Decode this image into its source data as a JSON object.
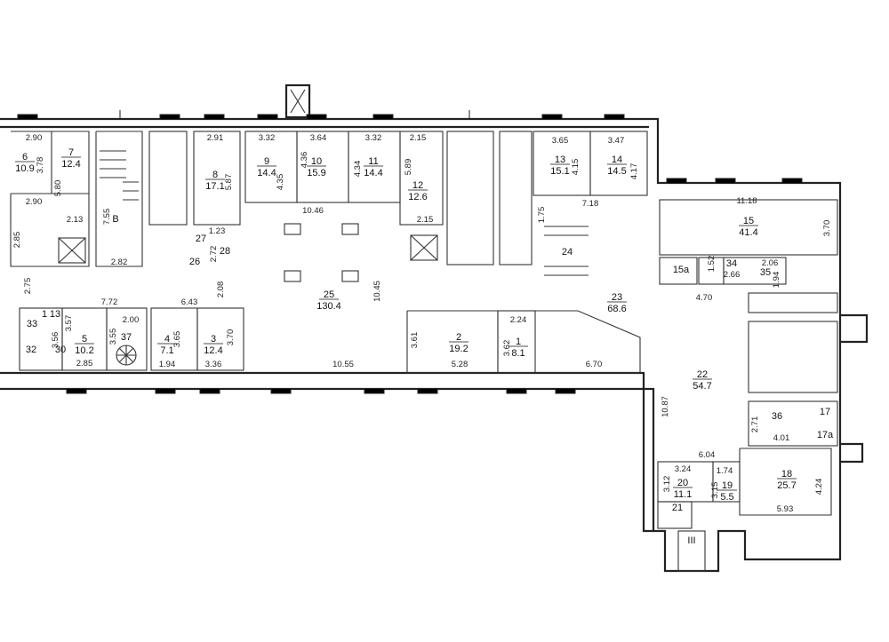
{
  "rooms": [
    {
      "n": "6",
      "a": "10.9"
    },
    {
      "n": "7",
      "a": "12.4"
    },
    {
      "n": "8",
      "a": "17.1"
    },
    {
      "n": "9",
      "a": "14.4"
    },
    {
      "n": "10",
      "a": "15.9"
    },
    {
      "n": "11",
      "a": "14.4"
    },
    {
      "n": "12",
      "a": "12.6"
    },
    {
      "n": "13",
      "a": "15.1"
    },
    {
      "n": "14",
      "a": "14.5"
    },
    {
      "n": "15",
      "a": "41.4"
    },
    {
      "n": "25",
      "a": "130.4"
    },
    {
      "n": "23",
      "a": "68.6"
    },
    {
      "n": "5",
      "a": "10.2"
    },
    {
      "n": "4",
      "a": "7.1"
    },
    {
      "n": "3",
      "a": "12.4"
    },
    {
      "n": "2",
      "a": "19.2"
    },
    {
      "n": "1",
      "a": "8.1"
    },
    {
      "n": "22",
      "a": "54.7"
    },
    {
      "n": "20",
      "a": "11.1"
    },
    {
      "n": "19",
      "a": "5.5"
    },
    {
      "n": "18",
      "a": "25.7"
    }
  ],
  "labels": [
    "В",
    "27",
    "26",
    "28",
    "24",
    "15а",
    "34",
    "35",
    "33",
    "32",
    "30",
    "13",
    "1",
    "37",
    "36",
    "17",
    "17а",
    "21",
    "III"
  ],
  "dims": [
    "2.90",
    "3.78",
    "5.80",
    "2.90",
    "2.13",
    "2.85",
    "2.75",
    "7.55",
    "2.82",
    "2.91",
    "5.87",
    "3.32",
    "4.35",
    "3.64",
    "4.36",
    "3.32",
    "4.34",
    "2.15",
    "5.89",
    "2.15",
    "10.46",
    "1.23",
    "2.72",
    "2.08",
    "10.45",
    "3.65",
    "4.15",
    "3.47",
    "4.17",
    "1.75",
    "7.18",
    "11.18",
    "3.70",
    "1.52",
    "2.66",
    "2.06",
    "1.94",
    "4.70",
    "7.72",
    "3.57",
    "3.56",
    "2.85",
    "2.00",
    "3.55",
    "6.43",
    "3.65",
    "3.70",
    "1.94",
    "3.36",
    "10.55",
    "3.61",
    "5.28",
    "3.62",
    "2.24",
    "6.70",
    "10.87",
    "2.71",
    "4.01",
    "6.04",
    "3.24",
    "1.74",
    "3.12",
    "3.15",
    "4.24",
    "5.93"
  ]
}
